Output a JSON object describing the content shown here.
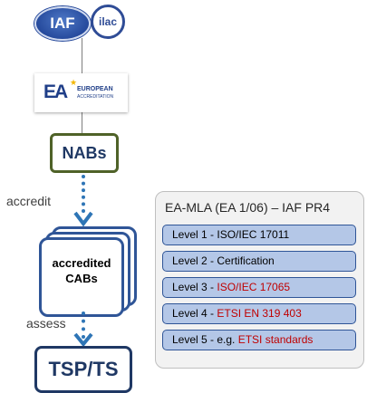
{
  "logos": {
    "iaf": "IAF",
    "ilac": "ilac",
    "ea_mark": "EA",
    "ea_line1": "EUROPEAN",
    "ea_line2": "ACCREDITATION"
  },
  "flow": {
    "nabs": "NABs",
    "accredit": "accredit",
    "cabs_line1": "accredited",
    "cabs_line2": "CABs",
    "assess": "assess",
    "tsp": "TSP/TS"
  },
  "mla": {
    "title": "EA-MLA (EA 1/06) – IAF PR4",
    "levels": [
      {
        "prefix": "Level 1 -  ",
        "value": "ISO/IEC 17011",
        "highlight": false
      },
      {
        "prefix": "Level 2 -  ",
        "value": "Certification",
        "highlight": false
      },
      {
        "prefix": "Level 3 -  ",
        "value": "ISO/IEC 17065",
        "highlight": true
      },
      {
        "prefix": "Level 4 -  ",
        "value": "ETSI EN 319 403",
        "highlight": true
      },
      {
        "prefix": "Level 5 - e.g. ",
        "value": "ETSI standards",
        "highlight": true
      }
    ]
  },
  "colors": {
    "nabs_border": "#4f6228",
    "arrow": "#2e75b6",
    "cab_border": "#2f5597",
    "level_fill": "#b4c7e7",
    "highlight_text": "#c00000"
  }
}
